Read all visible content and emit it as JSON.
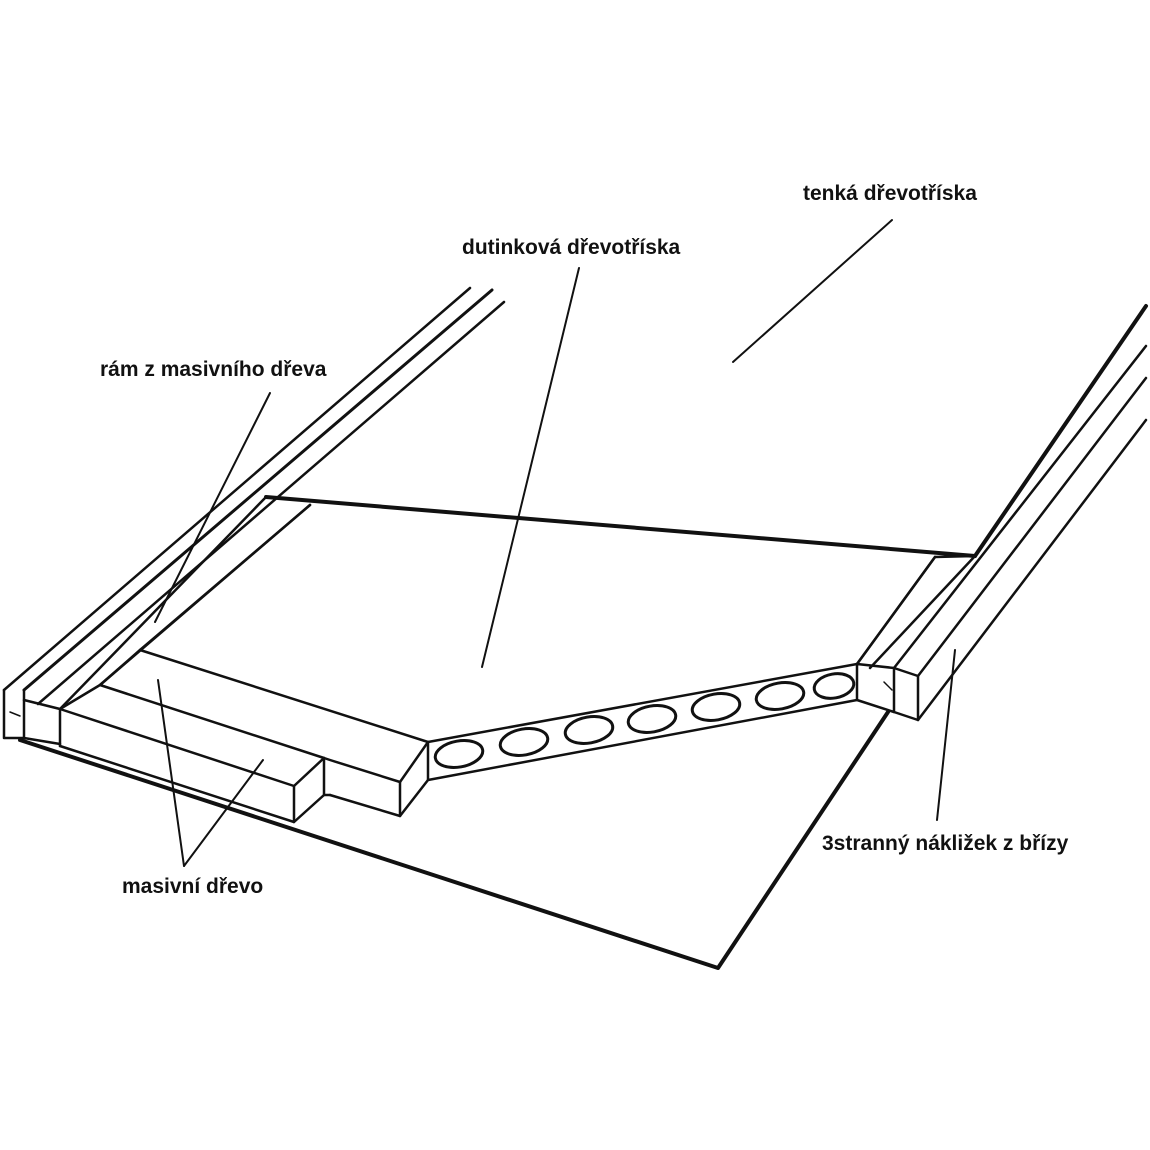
{
  "labels": {
    "thin_particleboard": "tenká dřevotříska",
    "tubular_particleboard": "dutinková dřevotříska",
    "solid_wood_frame": "rám z masivního dřeva",
    "solid_wood": "masivní dřevo",
    "birch_edging": "3stranný nákližek z břízy"
  },
  "colors": {
    "ink": "#111111",
    "background": "#ffffff"
  }
}
